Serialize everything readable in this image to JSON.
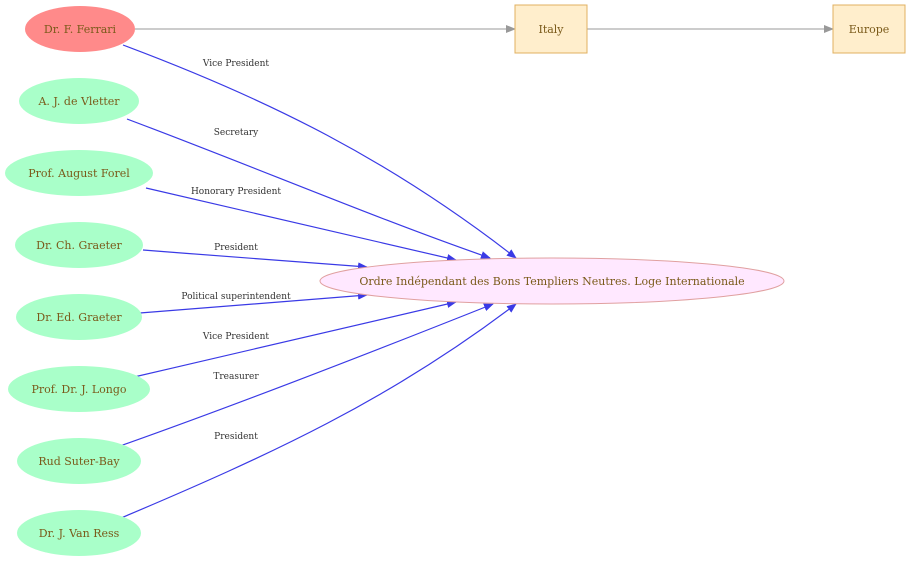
{
  "colors": {
    "focus_fill": "#ff8a8a",
    "person_fill": "#a9ffc9",
    "place_fill": "#ffeecc",
    "place_stroke": "#e0b060",
    "org_fill": "#ffe8ff",
    "org_stroke": "#e0a0a0",
    "role_edge": "#3a3ae6",
    "location_edge": "#999999"
  },
  "nodes": {
    "ferrari": "Dr. F. Ferrari",
    "vletter": "A. J. de Vletter",
    "forel": "Prof. August Forel",
    "ch_graeter": "Dr. Ch. Graeter",
    "ed_graeter": "Dr. Ed. Graeter",
    "longo": "Prof. Dr.  J. Longo",
    "suter": "Rud Suter-Bay",
    "vanress": "Dr. J.  Van Ress",
    "italy": "Italy",
    "europe": "Europe",
    "organization": "Ordre Indépendant des Bons Templiers Neutres. Loge Internationale"
  },
  "edges": [
    {
      "from": "ferrari",
      "to": "organization",
      "label": "Vice President"
    },
    {
      "from": "vletter",
      "to": "organization",
      "label": "Secretary"
    },
    {
      "from": "forel",
      "to": "organization",
      "label": "Honorary President"
    },
    {
      "from": "ch_graeter",
      "to": "organization",
      "label": "President"
    },
    {
      "from": "ed_graeter",
      "to": "organization",
      "label": "Political superintendent"
    },
    {
      "from": "longo",
      "to": "organization",
      "label": "Vice President"
    },
    {
      "from": "suter",
      "to": "organization",
      "label": "Treasurer"
    },
    {
      "from": "vanress",
      "to": "organization",
      "label": "President"
    },
    {
      "from": "ferrari",
      "to": "italy",
      "label": ""
    },
    {
      "from": "italy",
      "to": "europe",
      "label": ""
    }
  ]
}
